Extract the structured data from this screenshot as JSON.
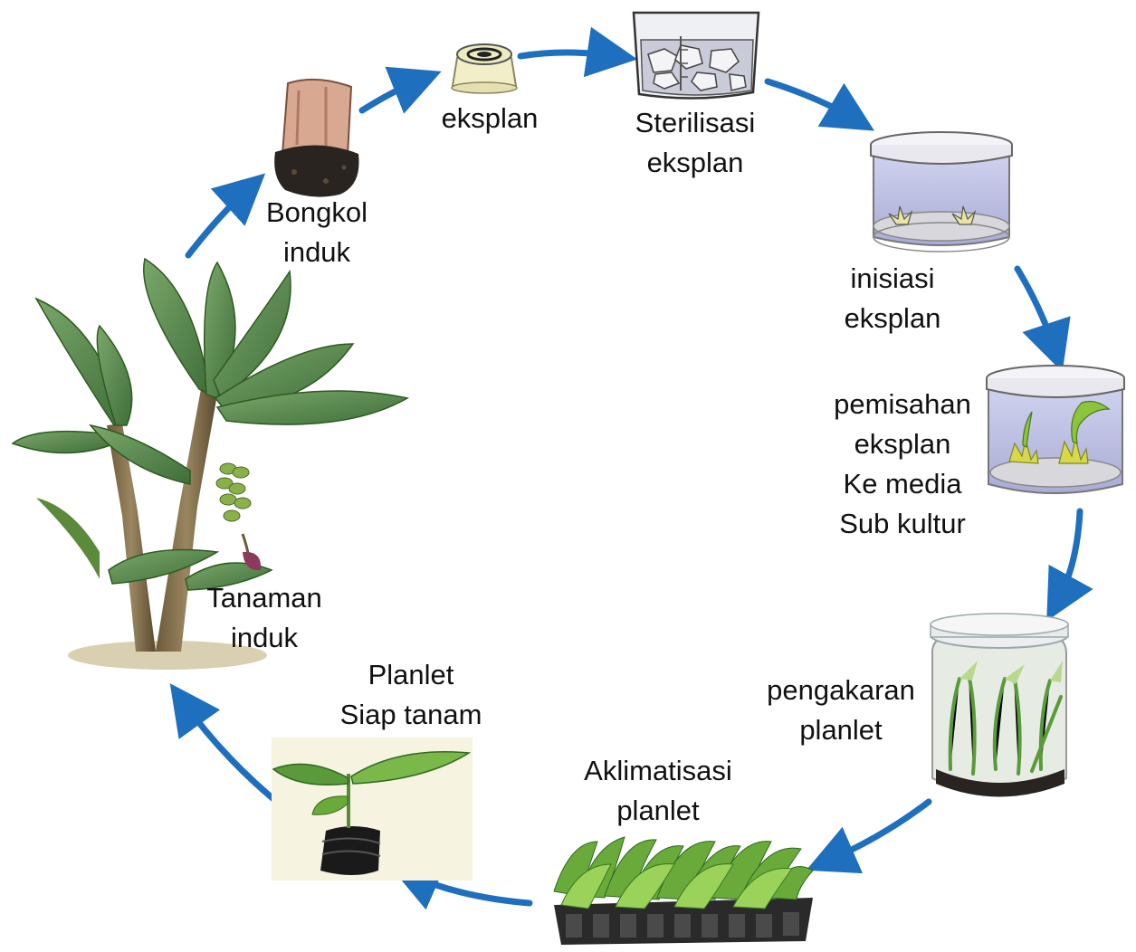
{
  "colors": {
    "arrow": "#1F6FBF",
    "label_text": "#111111"
  },
  "stages": [
    {
      "id": "bongkol-induk",
      "icon": "corm-icon",
      "lines": [
        "Bongkol",
        "induk"
      ]
    },
    {
      "id": "eksplan",
      "icon": "explant-icon",
      "lines": [
        "eksplan"
      ]
    },
    {
      "id": "sterilisasi-eksplan",
      "icon": "beaker-icon",
      "lines": [
        "Sterilisasi",
        "eksplan"
      ]
    },
    {
      "id": "inisiasi-eksplan",
      "icon": "culture-jar-icon",
      "lines": [
        "inisiasi",
        "eksplan"
      ]
    },
    {
      "id": "pemisahan-eksplan",
      "icon": "culture-jar-shoots-icon",
      "lines": [
        "pemisahan",
        "eksplan",
        "Ke media",
        "Sub kultur"
      ]
    },
    {
      "id": "pengakaran-planlet",
      "icon": "rooting-jar-icon",
      "lines": [
        "pengakaran",
        "planlet"
      ]
    },
    {
      "id": "aklimatisasi-planlet",
      "icon": "seedling-tray-icon",
      "lines": [
        "Aklimatisasi",
        "planlet"
      ]
    },
    {
      "id": "planlet-siap-tanam",
      "icon": "potted-plantlet-icon",
      "lines": [
        "Planlet",
        "Siap tanam"
      ]
    },
    {
      "id": "tanaman-induk",
      "icon": "banana-plant-icon",
      "lines": [
        "Tanaman",
        "induk"
      ]
    }
  ]
}
